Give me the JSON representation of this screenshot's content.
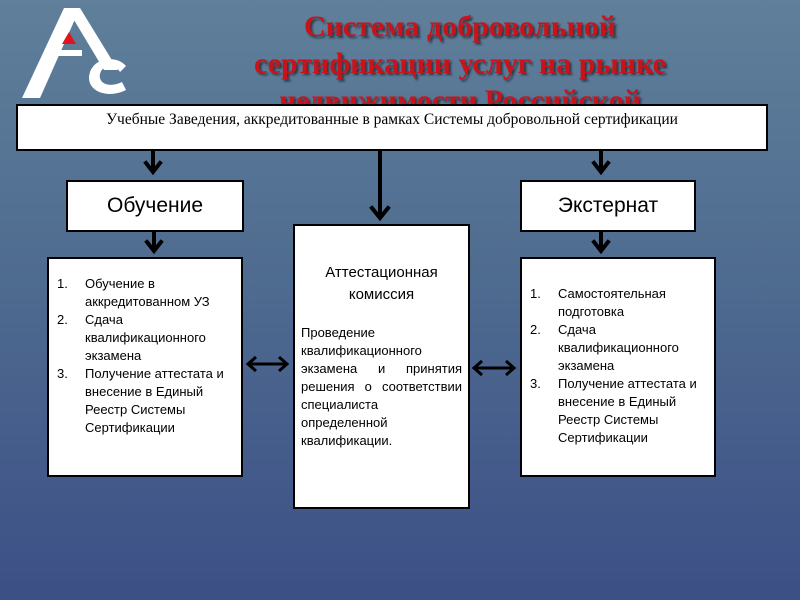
{
  "title": {
    "lines": [
      "Система добровольной",
      "сертификации услуг на рынке",
      "недвижимости Российской"
    ]
  },
  "top_box": {
    "text": "Учебные Заведения, аккредитованные в рамках Системы добровольной сертификации"
  },
  "left": {
    "header": "Обучение",
    "items": [
      {
        "num": "1.",
        "text": "Обучение в аккредитованном УЗ"
      },
      {
        "num": "2.",
        "text": "Сдача квалификационного экзамена"
      },
      {
        "num": "3.",
        "text": "Получение аттестата и внесение в Единый Реестр Системы Сертификации"
      }
    ]
  },
  "right": {
    "header": "Экстернат",
    "items": [
      {
        "num": "1.",
        "text": "Самостоятельная подготовка"
      },
      {
        "num": "2.",
        "text": "Сдача квалификационного экзамена"
      },
      {
        "num": "3.",
        "text": "Получение аттестата и внесение в Единый Реестр Системы Сертификации"
      }
    ]
  },
  "center": {
    "title": "Аттестационная комиссия",
    "body": "Проведение квалификационного экзамена и принятия решения о соответствии специалиста определенной квалификации."
  },
  "colors": {
    "title": "#c9131a",
    "logo_red": "#e0141c",
    "logo_white": "#ffffff"
  }
}
